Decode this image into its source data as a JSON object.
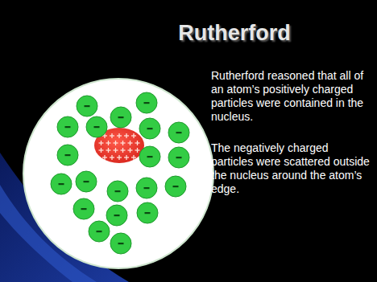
{
  "diagram": {
    "title": "Rutherford",
    "labels": [
      "Rutherford reasoned that all of an atom’s positively charged particles were contained in the nucleus.",
      "The negatively charged particles were scattered outside the nucleus around the atom’s edge."
    ]
  }
}
